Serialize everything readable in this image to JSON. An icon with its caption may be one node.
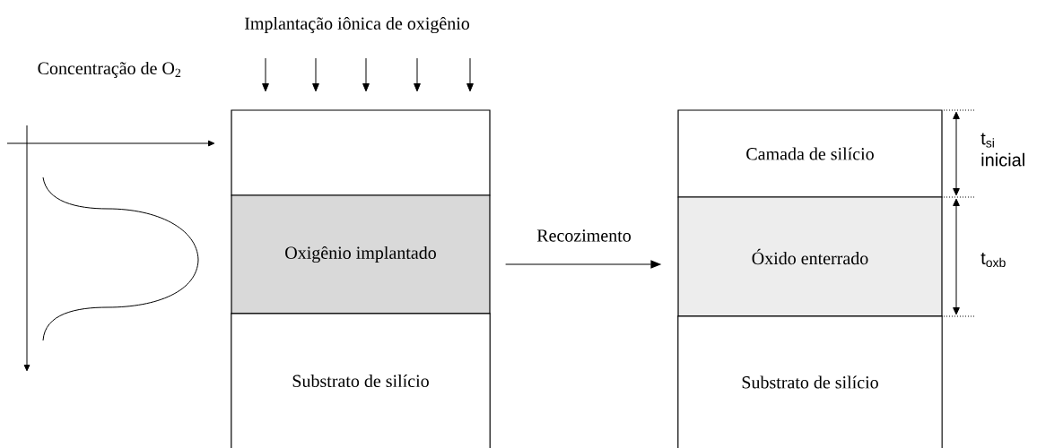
{
  "diagram": {
    "nodes": [
      {
        "text": [],
        "shape": "box"
      },
      {
        "text": [
          "Oxigênio implantado"
        ]
      },
      {
        "text": [
          "Substrato de silício"
        ]
      },
      {
        "text": [
          "Camada de silício"
        ]
      },
      {
        "text": [
          "Óxido enterrado"
        ]
      },
      {
        "text": [
          "Substrato de silício"
        ]
      }
    ],
    "edges": [
      {
        "from": 1,
        "to": 4,
        "arrow": "to",
        "label": "Recozimento"
      }
    ],
    "labels": [
      "Implantação iônica de oxigênio",
      "Concentração de O$_{2}$",
      "t$_{si}$ inicial",
      "t$_{oxb}$"
    ]
  }
}
